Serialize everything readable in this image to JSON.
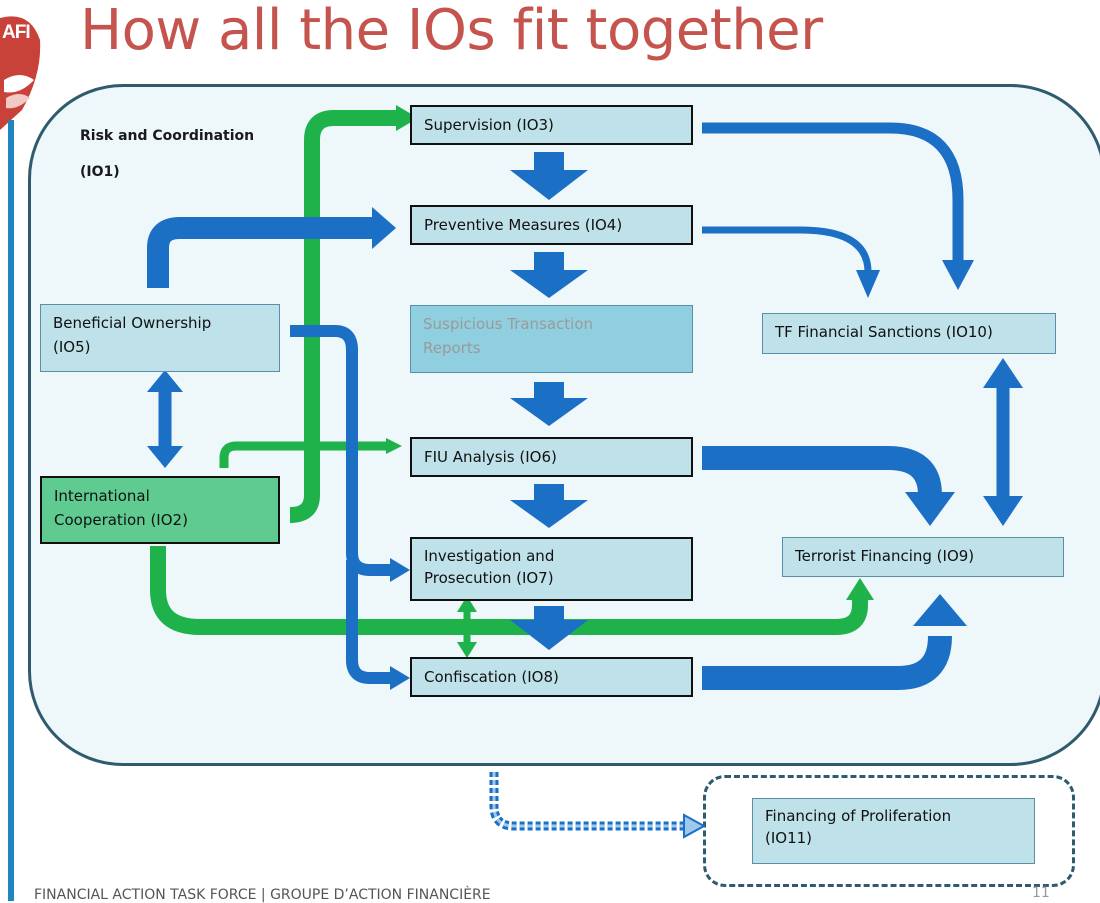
{
  "logo": {
    "text": "AFI"
  },
  "title": "How all the IOs fit together",
  "panel": {
    "label_line1": "Risk and Coordination",
    "label_line2": "(IO1)"
  },
  "boxes": {
    "supervision": "Supervision (IO3)",
    "preventive": "Preventive Measures (IO4)",
    "str_line1": "Suspicious Transaction",
    "str_line2": "Reports",
    "fiu": "FIU Analysis (IO6)",
    "invest_line1": "Investigation  and",
    "invest_line2": "Prosecution (IO7)",
    "confiscation": "Confiscation (IO8)",
    "bo_line1": "Beneficial Ownership",
    "bo_line2": "(IO5)",
    "ic_line1": "International",
    "ic_line2": "Cooperation (IO2)",
    "tfs": "TF Financial Sanctions (IO10)",
    "tf": "Terrorist Financing (IO9)",
    "fp_line1": "Financing of Proliferation",
    "fp_line2": "(IO11)"
  },
  "footer": {
    "text": "FINANCIAL ACTION TASK FORCE | GROUPE D’ACTION FINANCIÈRE",
    "page": "11"
  },
  "colors": {
    "blue_arrow": "#1b6fc4",
    "green_arrow": "#1fb24a",
    "title": "#c4544d",
    "box_fill": "#bfe2ea",
    "green_box": "#5fcb90"
  }
}
